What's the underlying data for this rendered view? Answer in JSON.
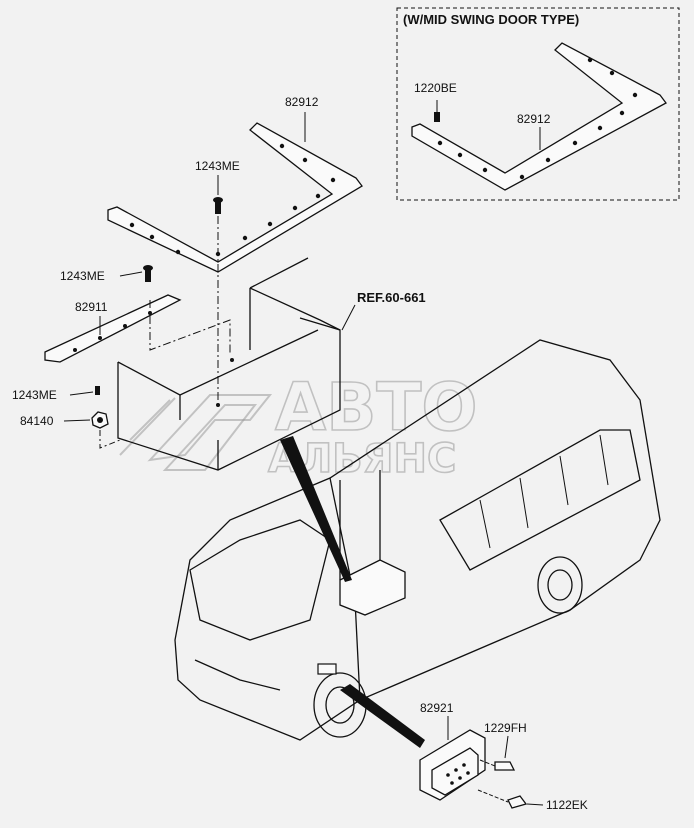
{
  "inset": {
    "title": "(W/MID SWING DOOR TYPE)"
  },
  "parts": {
    "p82912_main": "82912",
    "p1243ME_top": "1243ME",
    "p1243ME_mid": "1243ME",
    "p82911": "82911",
    "p1243ME_low": "1243ME",
    "p84140": "84140",
    "p1220BE": "1220BE",
    "p82912_inset": "82912",
    "p82921": "82921",
    "p1229FH": "1229FH",
    "p1122EK": "1122EK"
  },
  "ref": "REF.60-661",
  "watermark": {
    "line1": "АВТО",
    "line2": "АЛЬЯНС"
  }
}
